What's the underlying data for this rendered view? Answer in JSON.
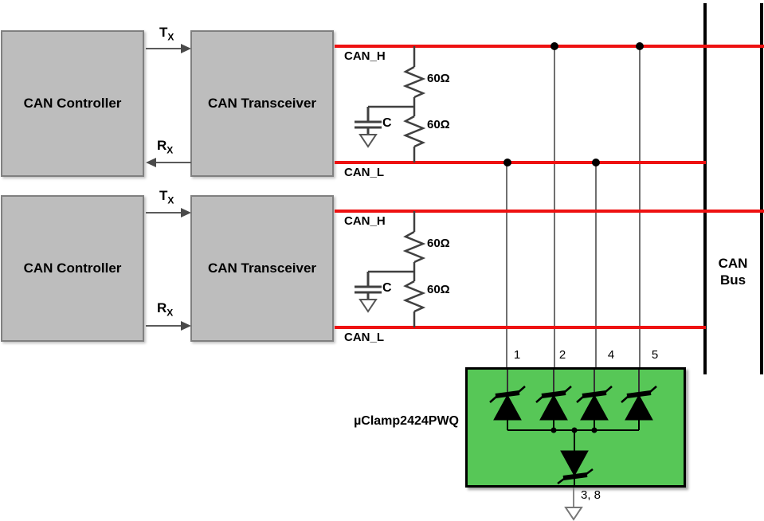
{
  "colors": {
    "bus_red": "#ee1111",
    "box_fill": "#bdbdbd",
    "box_border": "#808080",
    "clamp_green": "#57c757",
    "wire_dark": "#404040"
  },
  "units": [
    {
      "controller": "CAN Controller",
      "transceiver": "CAN Transceiver",
      "tx": {
        "main": "T",
        "sub": "X"
      },
      "rx": {
        "main": "R",
        "sub": "X"
      },
      "can_h": "CAN_H",
      "can_l": "CAN_L",
      "r1": "60Ω",
      "r2": "60Ω",
      "cap": "C"
    },
    {
      "controller": "CAN Controller",
      "transceiver": "CAN Transceiver",
      "tx": {
        "main": "T",
        "sub": "X"
      },
      "rx": {
        "main": "R",
        "sub": "X"
      },
      "can_h": "CAN_H",
      "can_l": "CAN_L",
      "r1": "60Ω",
      "r2": "60Ω",
      "cap": "C"
    }
  ],
  "bus": {
    "line1": "CAN",
    "line2": "Bus"
  },
  "clamp": {
    "label": "µClamp2424PWQ",
    "pins_top": [
      "1",
      "2",
      "4",
      "5"
    ],
    "pin_bottom": "3, 8"
  }
}
